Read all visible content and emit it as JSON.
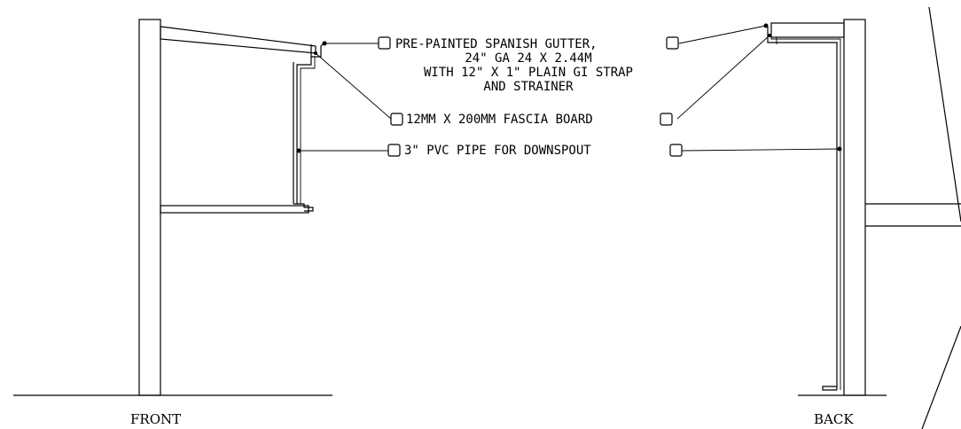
{
  "notes": {
    "gutter_line1": "PRE-PAINTED SPANISH GUTTER,",
    "gutter_line2": "24\" GA 24 X 2.44M",
    "gutter_line3": "WITH 12\" X 1\" PLAIN GI STRAP",
    "gutter_line4": "AND STRAINER",
    "fascia": "12MM X 200MM FASCIA BOARD",
    "downspout": "3\" PVC PIPE FOR DOWNSPOUT"
  },
  "views": {
    "front": "FRONT",
    "back": "BACK"
  },
  "colors": {
    "line": "#000000",
    "background": "#ffffff"
  }
}
